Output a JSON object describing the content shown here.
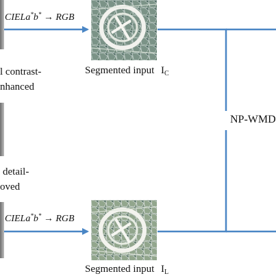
{
  "conversion_top": {
    "space": "CIELa",
    "sup1": "*",
    "b": "b",
    "sup2": "*",
    "arrow": "→",
    "target": "RGB"
  },
  "conversion_bottom": {
    "space": "CIELa",
    "sup1": "*",
    "b": "b",
    "sup2": "*",
    "arrow": "→",
    "target": "RGB"
  },
  "segmented_top": {
    "label": "Segmented input",
    "symbol": "I",
    "subscript": "C"
  },
  "segmented_bottom": {
    "label": "Segmented input",
    "symbol": "I",
    "subscript": "L"
  },
  "left_text": {
    "line1": "l contrast-",
    "line2": "nhanced",
    "line3": "detail-",
    "line4": "oved"
  },
  "fusion_label": "NP-WMD",
  "colors": {
    "connector": "#4a86c5",
    "text": "#111111"
  }
}
